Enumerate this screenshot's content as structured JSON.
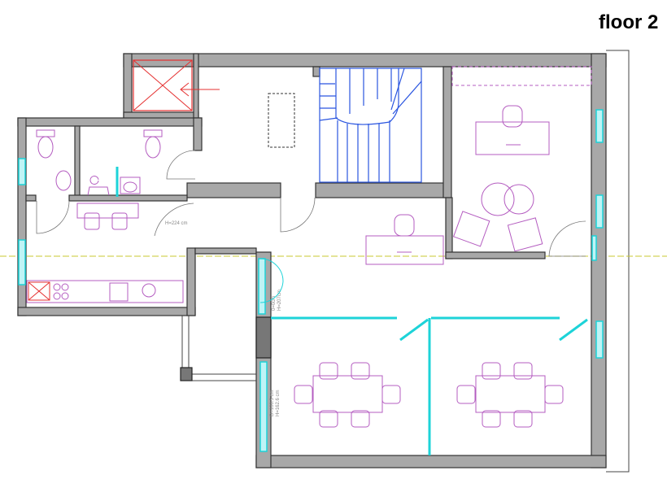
{
  "title": "floor 2",
  "labels": {
    "door_height": "H=224 cm",
    "window_sill_top": "0=0cm",
    "window_height_top": "H=207cm",
    "window_sill_bottom": "D=100.5 cm",
    "window_height_bottom": "H=162.6 cm"
  },
  "colors": {
    "wall": "#a8a8a8",
    "glass": "#1dd3d8",
    "furniture": "#b45cc0",
    "stairs": "#2a55e0",
    "elevator": "#e53030",
    "section_line": "#c8c832"
  }
}
